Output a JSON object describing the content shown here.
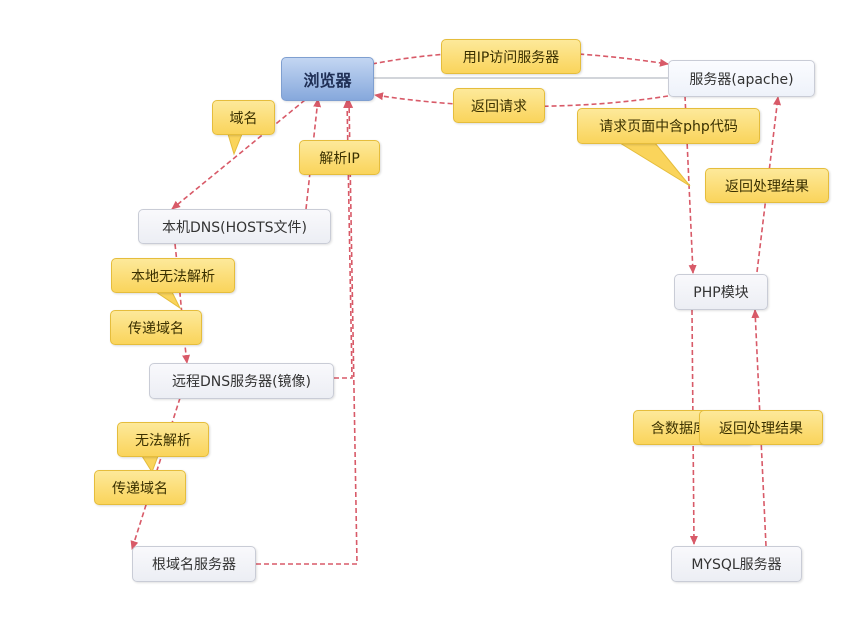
{
  "nodes": {
    "browser": "浏览器",
    "server": "服务器(apache)",
    "local_dns": "本机DNS(HOSTS文件)",
    "remote_dns": "远程DNS服务器(镜像)",
    "root_dns": "根域名服务器",
    "php": "PHP模块",
    "mysql": "MYSQL服务器"
  },
  "labels": {
    "access_by_ip": "用IP访问服务器",
    "return_request": "返回请求",
    "domain": "域名",
    "resolve_ip": "解析IP",
    "local_fail": "本地无法解析",
    "pass_domain_1": "传递域名",
    "fail": "无法解析",
    "pass_domain_2": "传递域名",
    "page_has_php": "请求页面中含php代码",
    "return_result_1": "返回处理结果",
    "db_op": "含数据库操作",
    "return_result_2": "返回处理结果"
  },
  "colors": {
    "edge": "#d85a68",
    "note_fill": "#fad45b",
    "browser_fill": "#86a8dc"
  }
}
